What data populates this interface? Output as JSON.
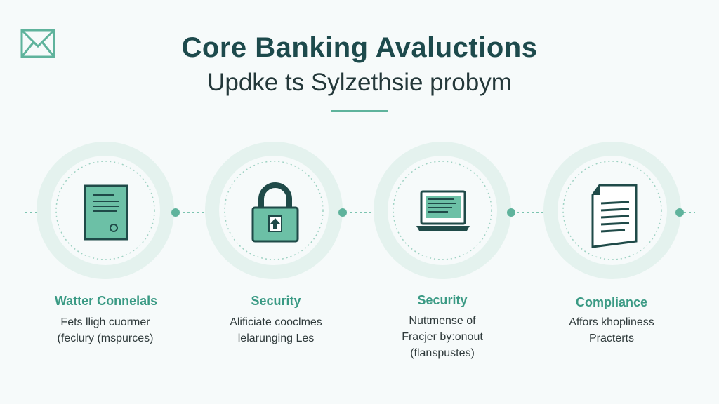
{
  "header": {
    "title": "Core Banking Avaluctions",
    "subtitle": "Updke ts Sylzethsie probym"
  },
  "steps": [
    {
      "label": "Watter Connelals",
      "icon": "document-icon",
      "desc": [
        "Fets lligh cuormer",
        "(feclury (mspurces)"
      ]
    },
    {
      "label": "Security",
      "icon": "padlock-icon",
      "desc": [
        "Alificiate cooclmes",
        "lelarunging Les"
      ]
    },
    {
      "label": "Security",
      "icon": "laptop-icon",
      "desc": [
        "Nuttmense of",
        "Fracjer by:onout",
        "(flanspustes)"
      ]
    },
    {
      "label": "Compliance",
      "icon": "report-icon",
      "desc": [
        "Affors khopliness",
        "Practerts"
      ]
    }
  ],
  "colors": {
    "accent": "#5fb39c",
    "title": "#1d4a4c",
    "label": "#3a9a84"
  }
}
